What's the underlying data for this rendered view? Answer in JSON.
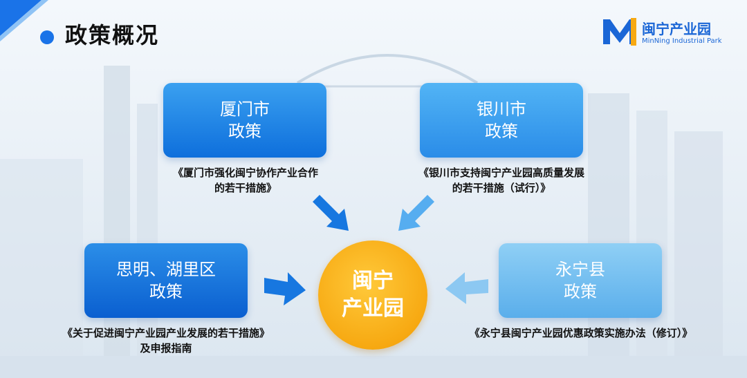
{
  "slide": {
    "title": "政策概况"
  },
  "logo": {
    "mark": "M",
    "name_cn": "闽宁产业园",
    "name_en": "MinNing Industrial Park"
  },
  "boxes": {
    "xiamen": {
      "line1": "厦门市",
      "line2": "政策"
    },
    "yinchuan": {
      "line1": "银川市",
      "line2": "政策"
    },
    "siming": {
      "line1": "思明、湖里区",
      "line2": "政策"
    },
    "yongning": {
      "line1": "永宁县",
      "line2": "政策"
    }
  },
  "captions": {
    "xiamen": {
      "line1": "《厦门市强化闽宁协作产业合作",
      "line2": "的若干措施》"
    },
    "yinchuan": {
      "line1": "《银川市支持闽宁产业园高质量发展",
      "line2": "的若干措施（试行）》"
    },
    "siming": {
      "line1": "《关于促进闽宁产业园产业发展的若干措施》",
      "line2": "及申报指南"
    },
    "yongning": {
      "line1": "《永宁县闽宁产业园优惠政策实施办法（修订）》"
    }
  },
  "center": {
    "line1": "闽宁",
    "line2": "产业园"
  },
  "colors": {
    "primary_blue": "#1a73e8",
    "logo_blue": "#1a66d6",
    "center_orange": "#f7a912",
    "arrow_dark": "#1777e0",
    "arrow_light": "#8cc8f2"
  }
}
